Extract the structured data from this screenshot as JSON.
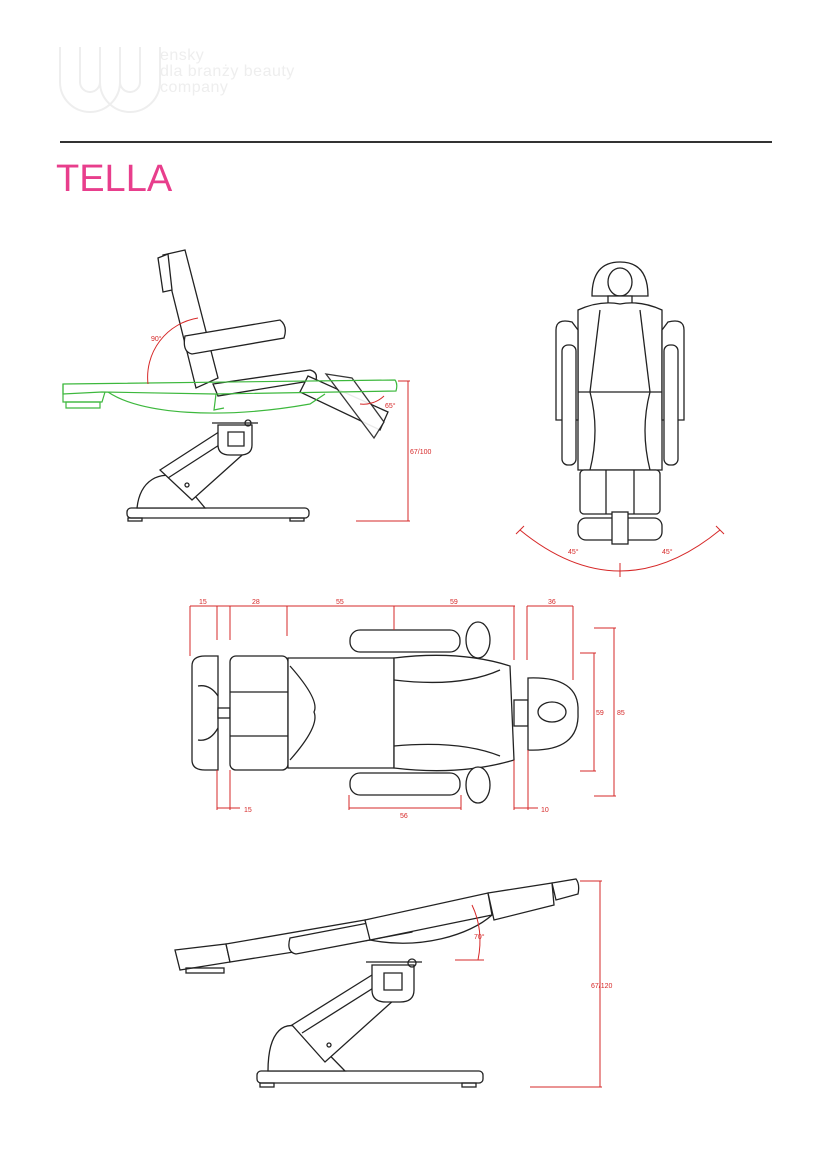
{
  "header": {
    "logo_lines": [
      "ensky",
      "dla branży beauty",
      "company"
    ],
    "contact_lines": [
      "",
      "",
      "",
      "",
      "",
      "",
      ""
    ],
    "accent_color": "#e83e8c"
  },
  "product": {
    "name": "TELLA"
  },
  "view1": {
    "angle_back": "90°",
    "angle_leg": "65°",
    "height": "67/100"
  },
  "view2": {
    "rotate_left": "45°",
    "rotate_right": "45°"
  },
  "view3": {
    "dims_top": [
      "15",
      "28",
      "55",
      "59",
      "36"
    ],
    "dims_bottom": [
      "15",
      "56",
      "10"
    ],
    "dims_right": [
      "59",
      "85"
    ]
  },
  "view4": {
    "angle": "70°",
    "height": "67/120"
  }
}
